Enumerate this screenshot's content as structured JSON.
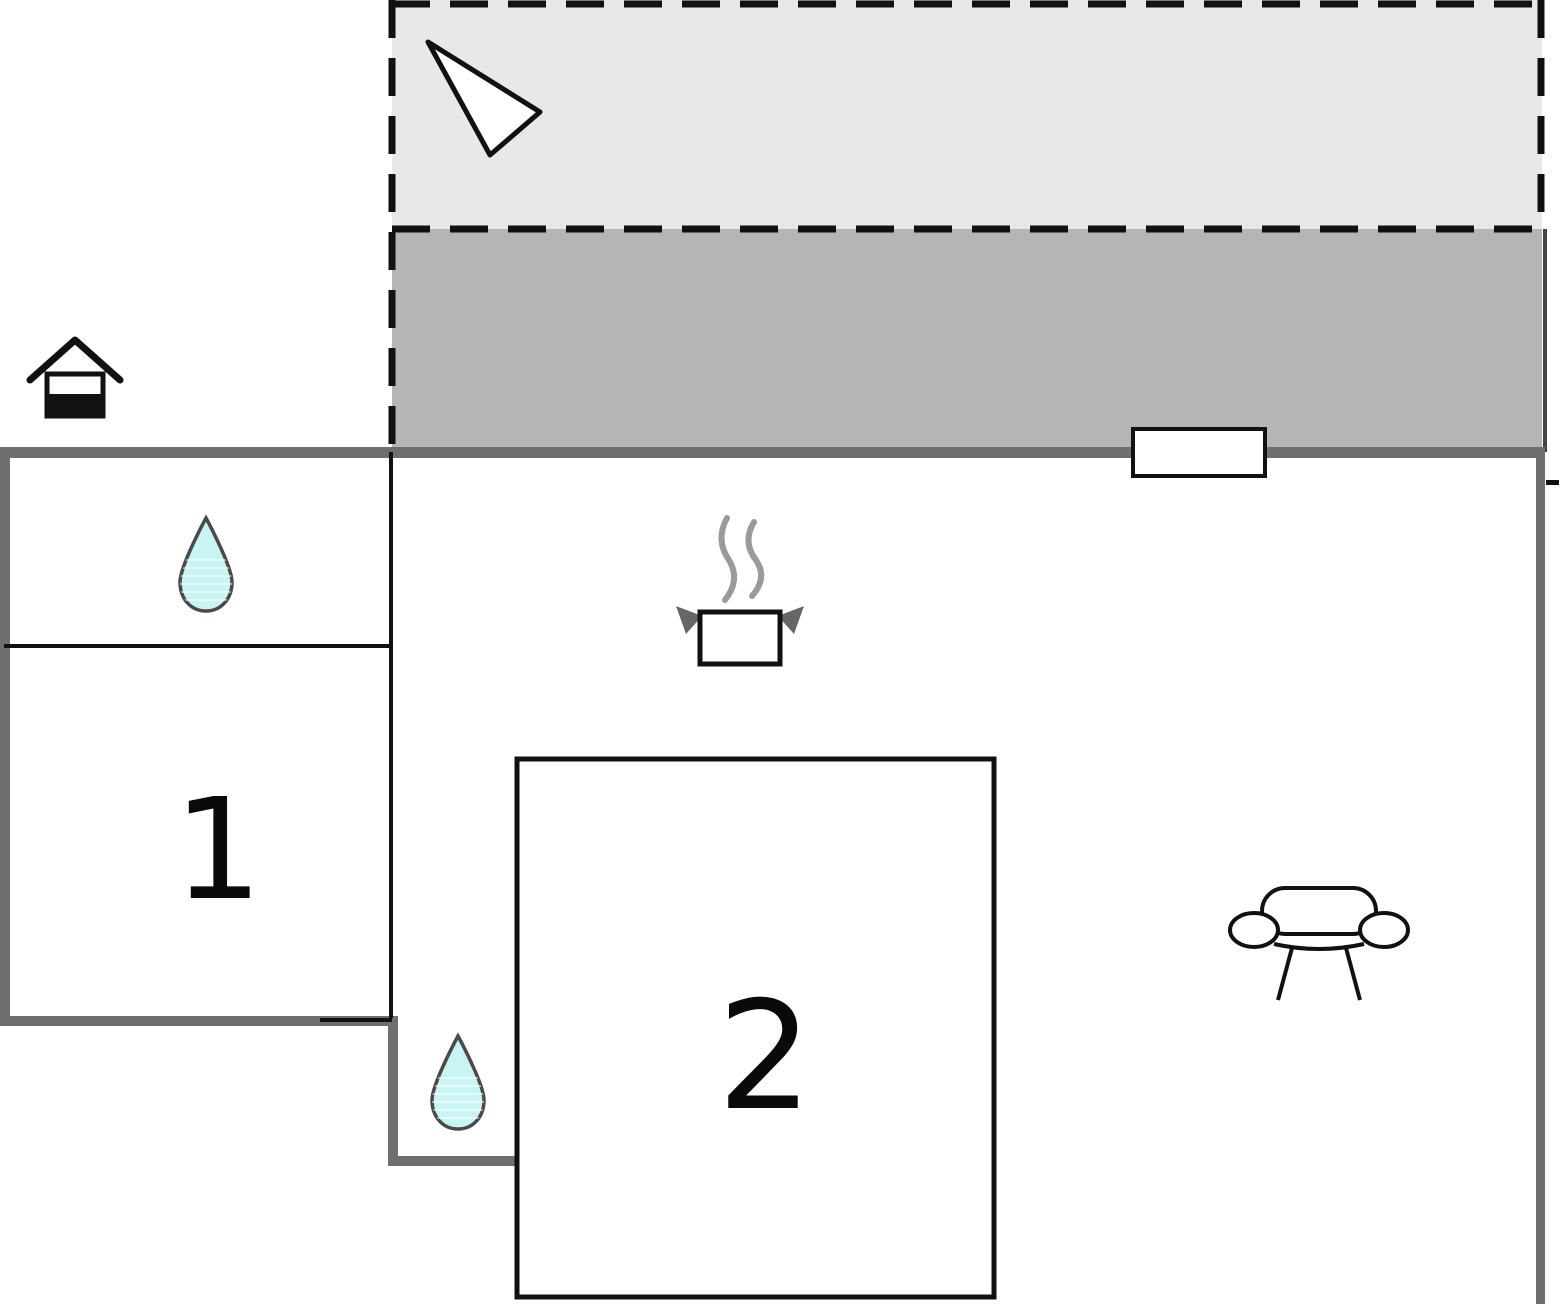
{
  "rooms": {
    "room1": "1",
    "room2": "2"
  },
  "colors": {
    "terrace_fill": "#e8e8e8",
    "deck_fill": "#b5b5b5",
    "wall_fill": "#6f6f6f",
    "outline": "#111111",
    "water_fill": "#c9f4f4",
    "steam_color": "#9a9a9a"
  },
  "icons": {
    "north_arrow": "north-arrow-icon",
    "house_marker": "house-icon",
    "water_drop": "water-drop-icon",
    "stove": "stove-pot-icon",
    "sofa": "sofa-icon",
    "window": "window-marker"
  }
}
